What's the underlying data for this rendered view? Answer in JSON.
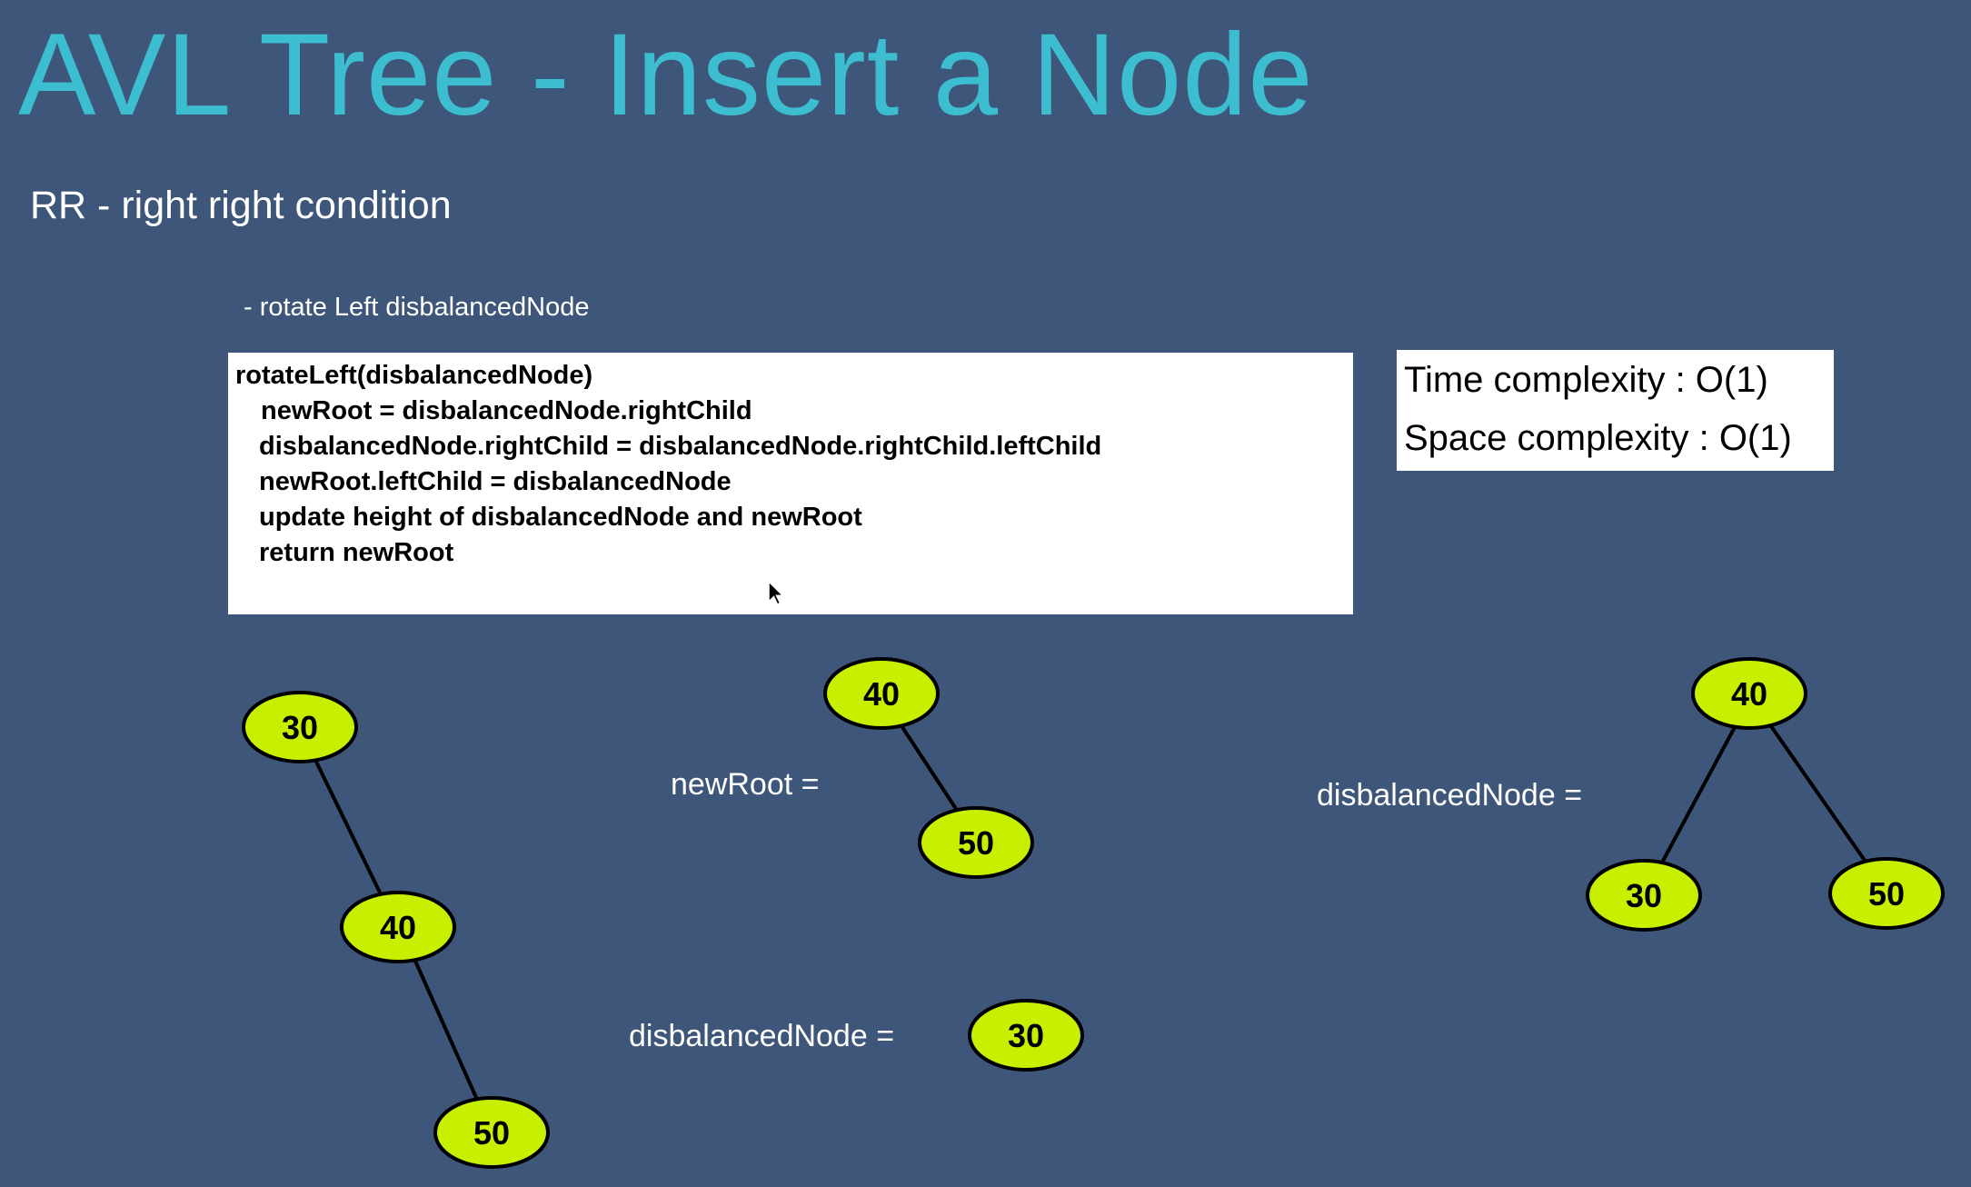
{
  "title": "AVL Tree - Insert a Node",
  "subtitle": "RR - right right condition",
  "bullet": "- rotate Left disbalancedNode",
  "code": {
    "lines": [
      "rotateLeft(disbalancedNode)",
      "newRoot = disbalancedNode.rightChild",
      "disbalancedNode.rightChild = disbalancedNode.rightChild.leftChild",
      "newRoot.leftChild = disbalancedNode",
      "update height of disbalancedNode and newRoot",
      "return newRoot"
    ]
  },
  "complexity": {
    "time": "Time complexity : O(1)",
    "space": "Space complexity : O(1)"
  },
  "labels": {
    "new_root": "newRoot =",
    "disbalanced_middle": "disbalancedNode =",
    "disbalanced_right": "disbalancedNode ="
  },
  "trees": {
    "original": [
      "30",
      "40",
      "50"
    ],
    "new_root": [
      "40",
      "50"
    ],
    "disbalanced_single": [
      "30"
    ],
    "result": [
      "40",
      "30",
      "50"
    ]
  },
  "colors": {
    "background": "#3d5679",
    "title": "#3dbdd0",
    "node_fill": "#c6f000",
    "node_stroke": "#000000"
  },
  "icons": {
    "cursor": "mouse-pointer-icon"
  }
}
